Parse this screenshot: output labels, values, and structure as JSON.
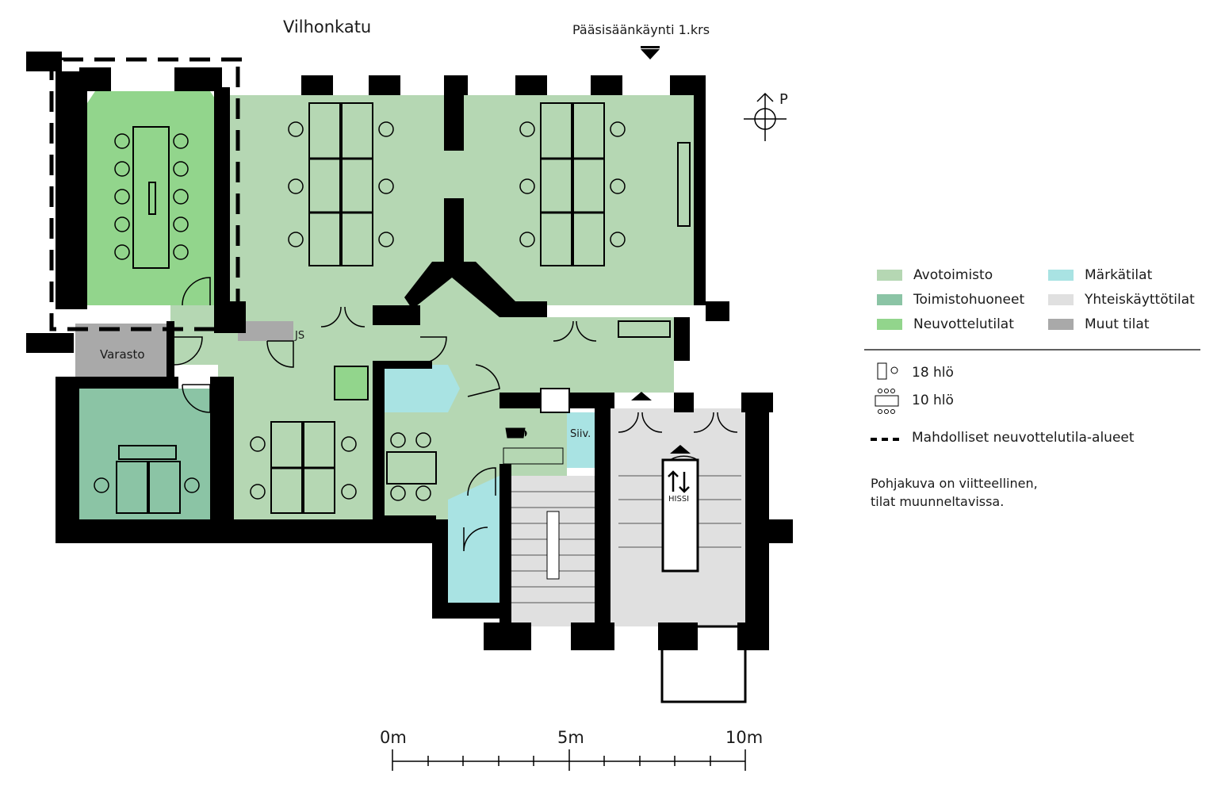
{
  "plan": {
    "street": "Vilhonkatu",
    "main_entrance": "Pääsisäänkäynti 1.krs",
    "north_label": "P",
    "rooms": {
      "storage": "Varasto",
      "js": "JS",
      "cleaning": "Siiv.",
      "elevator": "HISSI"
    }
  },
  "scale": {
    "labels": [
      "0m",
      "5m",
      "10m"
    ]
  },
  "legend": {
    "categories": [
      {
        "label": "Avotoimisto",
        "color": "#b5d7b3"
      },
      {
        "label": "Toimistohuoneet",
        "color": "#8bc4a5"
      },
      {
        "label": "Neuvottelutilat",
        "color": "#92d58c"
      },
      {
        "label": "Märkätilat",
        "color": "#a9e3e3"
      },
      {
        "label": "Yhteiskäyttötilat",
        "color": "#e0e0e0"
      },
      {
        "label": "Muut tilat",
        "color": "#a9a9a9"
      }
    ],
    "capacity": [
      {
        "label": "18 hlö"
      },
      {
        "label": "10 hlö"
      }
    ],
    "dashed": "Mahdolliset neuvottelutila-alueet",
    "note_line1": "Pohjakuva on viitteellinen,",
    "note_line2": "tilat muunneltavissa."
  }
}
